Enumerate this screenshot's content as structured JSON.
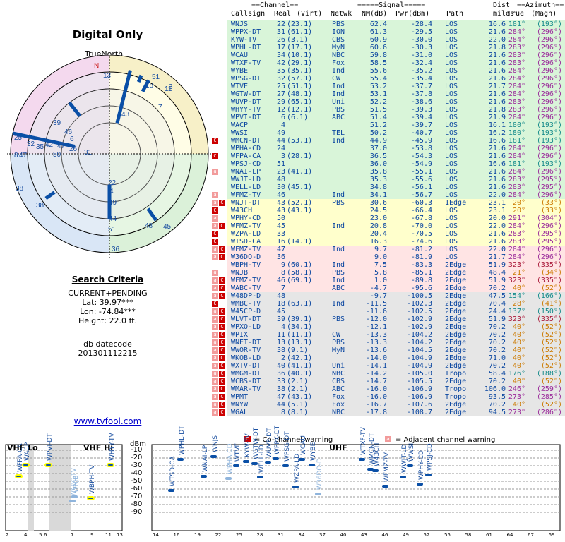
{
  "left": {
    "title": "Digital Only",
    "north_label": "TrueNorth",
    "n_marker": "N",
    "criteria_heading": "Search Criteria",
    "criteria_lines": [
      "CURRENT+PENDING",
      "Lat: 39.97***",
      "Lon: -74.84***",
      "Height: 22.0 ft."
    ],
    "db_label": "db datecode",
    "db_value": "201301112215",
    "url": "www.tvfool.com",
    "radar_labels": [
      "51",
      "18",
      "38",
      "39",
      "46",
      "6",
      "11",
      "3",
      "7",
      "43",
      "25",
      "32",
      "35",
      "42",
      "47",
      "26",
      "31",
      "50",
      "8",
      "47",
      "38",
      "22",
      "4",
      "49",
      "44",
      "51",
      "36",
      "48",
      "45",
      "13"
    ]
  },
  "table": {
    "header_group1": "==Channel==",
    "header_group2": "=====Signal=====",
    "header_group3": "Dist",
    "header_group4": "==Azimuth==",
    "col_headers": [
      "Callsign",
      "Real",
      "(Virt)",
      "Netwk",
      "NM(dB)",
      "Pwr(dBm)",
      "Path",
      "miles",
      "True",
      "(Magn)"
    ],
    "rows": [
      [
        "",
        "WNJS",
        "22",
        "(23.1)",
        "PBS",
        "62.4",
        "-28.4",
        "LOS",
        "16.6",
        "181°",
        "(193°)",
        "green"
      ],
      [
        "",
        "WPPX-DT",
        "31",
        "(61.1)",
        "ION",
        "61.3",
        "-29.5",
        "LOS",
        "21.6",
        "284°",
        "(296°)",
        "green"
      ],
      [
        "",
        "KYW-TV",
        "26",
        "(3.1)",
        "CBS",
        "60.9",
        "-30.0",
        "LOS",
        "22.0",
        "284°",
        "(296°)",
        "green"
      ],
      [
        "",
        "WPHL-DT",
        "17",
        "(17.1)",
        "MyN",
        "60.6",
        "-30.3",
        "LOS",
        "21.8",
        "283°",
        "(296°)",
        "green"
      ],
      [
        "",
        "WCAU",
        "34",
        "(10.1)",
        "NBC",
        "59.8",
        "-31.0",
        "LOS",
        "21.6",
        "283°",
        "(296°)",
        "green"
      ],
      [
        "",
        "WTXF-TV",
        "42",
        "(29.1)",
        "Fox",
        "58.5",
        "-32.4",
        "LOS",
        "21.6",
        "283°",
        "(296°)",
        "green"
      ],
      [
        "",
        "WYBE",
        "35",
        "(35.1)",
        "Ind",
        "55.6",
        "-35.2",
        "LOS",
        "21.6",
        "284°",
        "(296°)",
        "green"
      ],
      [
        "",
        "WPSG-DT",
        "32",
        "(57.1)",
        "CW",
        "55.4",
        "-35.4",
        "LOS",
        "21.6",
        "284°",
        "(296°)",
        "green"
      ],
      [
        "",
        "WTVE",
        "25",
        "(51.1)",
        "Ind",
        "53.2",
        "-37.7",
        "LOS",
        "21.7",
        "284°",
        "(296°)",
        "green"
      ],
      [
        "",
        "WGTW-DT",
        "27",
        "(48.1)",
        "Ind",
        "53.1",
        "-37.8",
        "LOS",
        "21.6",
        "284°",
        "(296°)",
        "green"
      ],
      [
        "",
        "WUVP-DT",
        "29",
        "(65.1)",
        "Uni",
        "52.2",
        "-38.6",
        "LOS",
        "21.6",
        "283°",
        "(296°)",
        "green"
      ],
      [
        "",
        "WHYY-TV",
        "12",
        "(12.1)",
        "PBS",
        "51.5",
        "-39.3",
        "LOS",
        "21.8",
        "283°",
        "(296°)",
        "green"
      ],
      [
        "",
        "WPVI-DT",
        "6",
        "(6.1)",
        "ABC",
        "51.4",
        "-39.4",
        "LOS",
        "21.9",
        "284°",
        "(296°)",
        "green"
      ],
      [
        "",
        "WACP",
        "4",
        "",
        "",
        "51.2",
        "-39.7",
        "LOS",
        "16.1",
        "180°",
        "(193°)",
        "green"
      ],
      [
        "",
        "WWSI",
        "49",
        "",
        "TEL",
        "50.2",
        "-40.7",
        "LOS",
        "16.2",
        "180°",
        "(193°)",
        "green"
      ],
      [
        "C",
        "WMCN-DT",
        "44",
        "(53.1)",
        "Ind",
        "44.9",
        "-45.9",
        "LOS",
        "16.6",
        "181°",
        "(193°)",
        "green"
      ],
      [
        "",
        "WPHA-CD",
        "24",
        "",
        "",
        "37.0",
        "-53.8",
        "LOS",
        "21.6",
        "284°",
        "(296°)",
        "green"
      ],
      [
        "C",
        "WFPA-CA",
        "3",
        "(28.1)",
        "",
        "36.5",
        "-54.3",
        "LOS",
        "21.6",
        "284°",
        "(296°)",
        "green"
      ],
      [
        "",
        "WPSJ-CD",
        "51",
        "",
        "",
        "36.0",
        "-54.9",
        "LOS",
        "16.6",
        "181°",
        "(193°)",
        "green"
      ],
      [
        "a",
        "WNAI-LP",
        "23",
        "(41.1)",
        "",
        "35.8",
        "-55.1",
        "LOS",
        "21.6",
        "284°",
        "(296°)",
        "green"
      ],
      [
        "",
        "WWJT-LD",
        "48",
        "",
        "",
        "35.3",
        "-55.6",
        "LOS",
        "21.6",
        "283°",
        "(295°)",
        "green"
      ],
      [
        "",
        "WELL-LD",
        "30",
        "(45.1)",
        "",
        "34.8",
        "-56.1",
        "LOS",
        "21.6",
        "283°",
        "(295°)",
        "green"
      ],
      [
        "a",
        "WFMZ-TV",
        "46",
        "",
        "Ind",
        "34.1",
        "-56.7",
        "LOS",
        "22.0",
        "284°",
        "(296°)",
        "green"
      ],
      [
        "aC",
        "WNJT-DT",
        "43",
        "(52.1)",
        "PBS",
        "30.6",
        "-60.3",
        "1Edge",
        "23.1",
        "20°",
        "(33°)",
        "yellow"
      ],
      [
        "C",
        "W43CH",
        "43",
        "(43.1)",
        "",
        "24.5",
        "-66.4",
        "LOS",
        "23.1",
        "20°",
        "(33°)",
        "yellow"
      ],
      [
        "a",
        "WPHY-CD",
        "50",
        "",
        "",
        "23.0",
        "-67.8",
        "LOS",
        "20.0",
        "291°",
        "(304°)",
        "yellow"
      ],
      [
        "aC",
        "WFMZ-TV",
        "45",
        "",
        "Ind",
        "20.8",
        "-70.0",
        "LOS",
        "22.0",
        "284°",
        "(296°)",
        "yellow"
      ],
      [
        "C",
        "WZPA-LD",
        "33",
        "",
        "",
        "20.4",
        "-70.5",
        "LOS",
        "21.6",
        "283°",
        "(295°)",
        "yellow"
      ],
      [
        "C",
        "WTSD-CA",
        "16",
        "(14.1)",
        "",
        "16.3",
        "-74.6",
        "LOS",
        "21.6",
        "283°",
        "(295°)",
        "yellow"
      ],
      [
        "aC",
        "WFMZ-TV",
        "47",
        "",
        "Ind",
        "9.7",
        "-81.2",
        "LOS",
        "22.0",
        "284°",
        "(296°)",
        "pink"
      ],
      [
        "aC",
        "W36DO-D",
        "36",
        "",
        "",
        "9.0",
        "-81.9",
        "LOS",
        "21.7",
        "284°",
        "(296°)",
        "pink"
      ],
      [
        "",
        "WBPH-TV",
        "9",
        "(60.1)",
        "Ind",
        "7.5",
        "-83.3",
        "2Edge",
        "51.9",
        "323°",
        "(335°)",
        "pink"
      ],
      [
        "a",
        "WNJB",
        "8",
        "(58.1)",
        "PBS",
        "5.8",
        "-85.1",
        "2Edge",
        "48.4",
        "21°",
        "(34°)",
        "pink"
      ],
      [
        "aC",
        "WFMZ-TV",
        "46",
        "(69.1)",
        "Ind",
        "1.0",
        "-89.8",
        "2Edge",
        "51.9",
        "323°",
        "(335°)",
        "pink"
      ],
      [
        "aC",
        "WABC-TV",
        "7",
        "",
        "ABC",
        "-4.7",
        "-95.6",
        "2Edge",
        "70.2",
        "40°",
        "(52°)",
        "pink"
      ],
      [
        "aC",
        "W48DP-D",
        "48",
        "",
        "",
        "-9.7",
        "-100.5",
        "2Edge",
        "47.5",
        "154°",
        "(166°)",
        "gray"
      ],
      [
        "C",
        "WMBC-TV",
        "18",
        "(63.1)",
        "Ind",
        "-11.5",
        "-102.3",
        "2Edge",
        "70.4",
        "28°",
        "(41°)",
        "gray"
      ],
      [
        "aC",
        "W45CP-D",
        "45",
        "",
        "",
        "-11.6",
        "-102.5",
        "2Edge",
        "24.4",
        "137°",
        "(150°)",
        "gray"
      ],
      [
        "aC",
        "WLVT-DT",
        "39",
        "(39.1)",
        "PBS",
        "-12.0",
        "-102.9",
        "2Edge",
        "51.9",
        "323°",
        "(335°)",
        "gray"
      ],
      [
        "aC",
        "WPXO-LD",
        "4",
        "(34.1)",
        "",
        "-12.1",
        "-102.9",
        "2Edge",
        "70.2",
        "40°",
        "(52°)",
        "gray"
      ],
      [
        "aC",
        "WPIX",
        "11",
        "(11.1)",
        "CW",
        "-13.3",
        "-104.2",
        "2Edge",
        "70.2",
        "40°",
        "(52°)",
        "gray"
      ],
      [
        "aC",
        "WNET-DT",
        "13",
        "(13.1)",
        "PBS",
        "-13.3",
        "-104.2",
        "2Edge",
        "70.2",
        "40°",
        "(52°)",
        "gray"
      ],
      [
        "aC",
        "WWOR-TV",
        "38",
        "(9.1)",
        "MyN",
        "-13.6",
        "-104.5",
        "2Edge",
        "70.2",
        "40°",
        "(52°)",
        "gray"
      ],
      [
        "aC",
        "WKOB-LD",
        "2",
        "(42.1)",
        "",
        "-14.0",
        "-104.9",
        "2Edge",
        "71.0",
        "40°",
        "(52°)",
        "gray"
      ],
      [
        "aC",
        "WXTV-DT",
        "40",
        "(41.1)",
        "Uni",
        "-14.1",
        "-104.9",
        "2Edge",
        "70.2",
        "40°",
        "(52°)",
        "gray"
      ],
      [
        "aC",
        "WMGM-DT",
        "36",
        "(40.1)",
        "NBC",
        "-14.2",
        "-105.0",
        "Tropo",
        "58.4",
        "176°",
        "(188°)",
        "gray"
      ],
      [
        "aC",
        "WCBS-DT",
        "33",
        "(2.1)",
        "CBS",
        "-14.7",
        "-105.5",
        "2Edge",
        "70.2",
        "40°",
        "(52°)",
        "gray"
      ],
      [
        "aC",
        "WMAR-TV",
        "38",
        "(2.1)",
        "ABC",
        "-16.0",
        "-106.9",
        "Tropo",
        "106.0",
        "246°",
        "(259°)",
        "gray"
      ],
      [
        "aC",
        "WPMT",
        "47",
        "(43.1)",
        "Fox",
        "-16.0",
        "-106.9",
        "Tropo",
        "93.5",
        "273°",
        "(285°)",
        "gray"
      ],
      [
        "aC",
        "WNYW",
        "44",
        "(5.1)",
        "Fox",
        "-16.7",
        "-107.6",
        "2Edge",
        "70.2",
        "40°",
        "(52°)",
        "gray"
      ],
      [
        "aC",
        "WGAL",
        "8",
        "(8.1)",
        "NBC",
        "-17.8",
        "-108.7",
        "2Edge",
        "94.5",
        "273°",
        "(286°)",
        "gray"
      ]
    ]
  },
  "bottom": {
    "vhf_lo": "VHF Lo",
    "vhf_hi": "VHF Hi",
    "uhf": "UHF",
    "dbm": "dBm",
    "legend_c": "= Co-channel warning",
    "legend_a": "= Adjacent channel warning",
    "dbm_ticks": [
      "-10",
      "-20",
      "-30",
      "-40",
      "-50",
      "-60",
      "-70",
      "-80",
      "-90"
    ],
    "chan_ticks_vhf": [
      "2",
      "4",
      "5",
      "6",
      "7",
      "9",
      "11",
      "13"
    ],
    "chan_ticks_uhf": [
      "14",
      "16",
      "19",
      "22",
      "25",
      "28",
      "31",
      "34",
      "37",
      "40",
      "43",
      "46",
      "49",
      "52",
      "55",
      "58",
      "61",
      "64",
      "67",
      "69"
    ],
    "stations": [
      "WFPA-CA",
      "WACP",
      "WPVI-DT",
      "WABC-TV",
      "WNJB",
      "WBPH-TV",
      "WHYY-TV",
      "WTSD-CA",
      "WPHL-DT",
      "WNAI-LP",
      "WNJS",
      "WPHA-CD",
      "WTVE",
      "KYW-TV",
      "WGTW-DT",
      "WELL-LD",
      "WUVP-DT",
      "WPPX-DT",
      "WPSG-DT",
      "WZPA-LD",
      "WCAU",
      "WYBE",
      "W36DO-D",
      "WTXF-TV",
      "WMCN-DT",
      "W43CH",
      "WFMZ-TV",
      "WWJT-LD",
      "WWSI",
      "WPHY-CD",
      "WPSJ-CD"
    ],
    "colors": {
      "green": "#d9f5d9",
      "yellow": "#ffffcc",
      "pink": "#ffe4e4",
      "gray": "#e6e6e6",
      "c_badge": "#cc0000",
      "a_badge": "#f29b9b",
      "bar": "#0a4fa6"
    }
  }
}
